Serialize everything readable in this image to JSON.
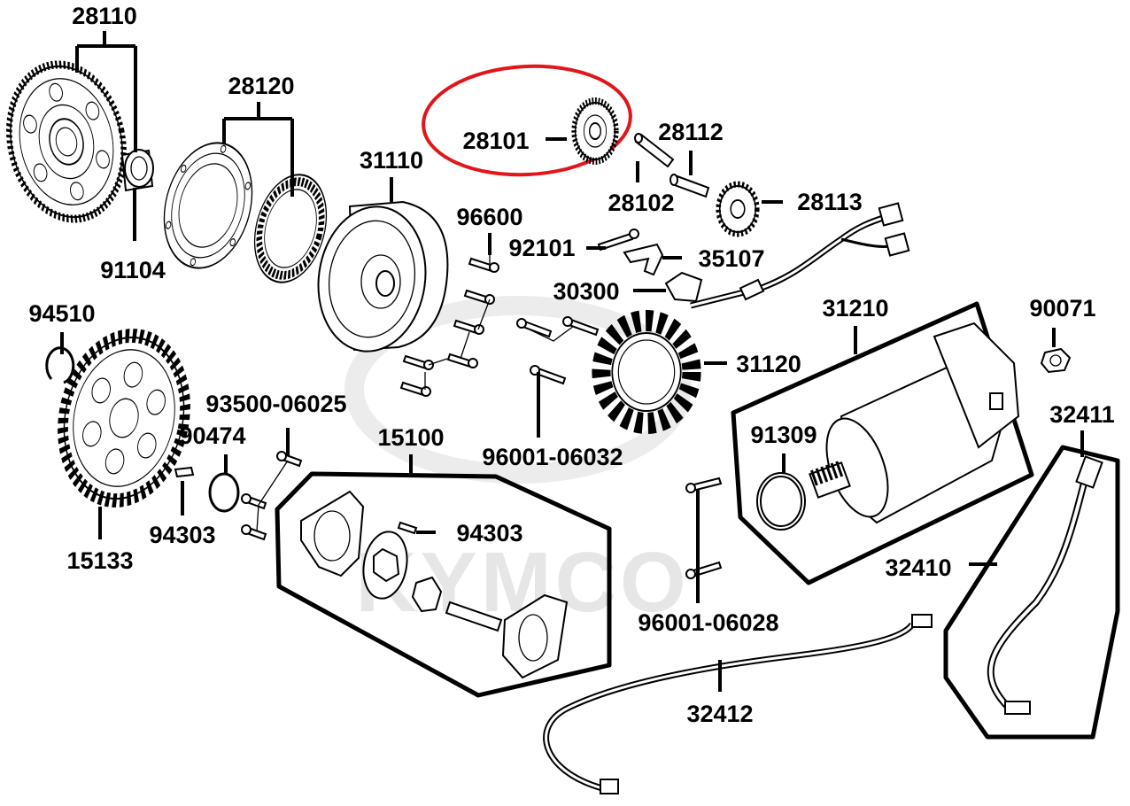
{
  "watermark": "KYMCO",
  "labels": {
    "l28110": "28110",
    "l91104": "91104",
    "l28120": "28120",
    "l31110": "31110",
    "l96600": "96600",
    "l92101": "92101",
    "l35107": "35107",
    "l28101": "28101",
    "l28112": "28112",
    "l28102": "28102",
    "l28113": "28113",
    "l30300": "30300",
    "l31210": "31210",
    "l90071": "90071",
    "l94510": "94510",
    "l31120": "31120",
    "l93500": "93500-06025",
    "l15100": "15100",
    "l90474": "90474",
    "l96001_06032": "96001-06032",
    "l91309": "91309",
    "l32411": "32411",
    "l94303_left": "94303",
    "l15133": "15133",
    "l94303_right": "94303",
    "l32410": "32410",
    "l96001_06028": "96001-06028",
    "l32412": "32412"
  }
}
